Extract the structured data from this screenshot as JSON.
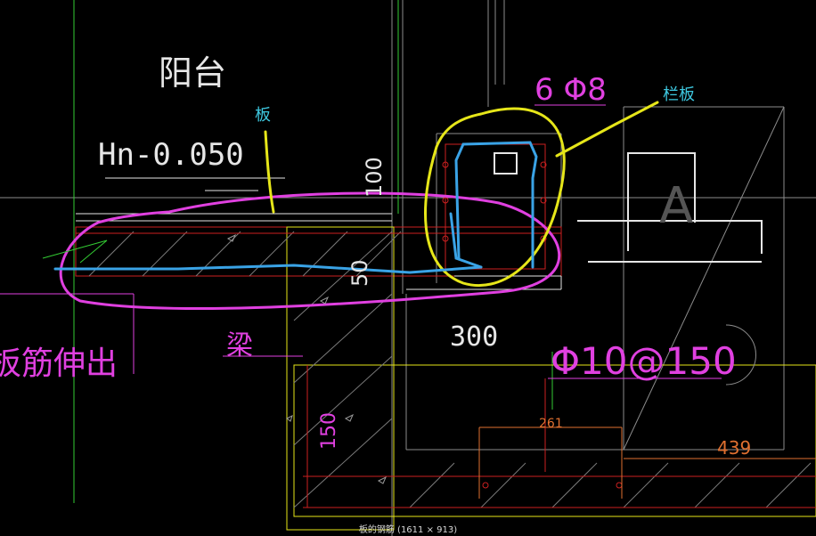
{
  "drawing": {
    "labels": {
      "balcony": "阳台",
      "elevation": "Hn-0.050",
      "slab_note": "板",
      "railing_note": "栏板",
      "dim_100": "100",
      "rebar_top": "6 Φ8",
      "grid_A": "A",
      "beam": "梁",
      "dim_50": "50",
      "dim_300": "300",
      "stirrup": "Φ10@150",
      "dim_150": "150",
      "dim_261": "261",
      "dim_439": "439",
      "rebar_extend": "板筋伸出"
    },
    "colors": {
      "background": "#000000",
      "white": "#e6e6e6",
      "green": "#33cc33",
      "yellow": "#e6e619",
      "magenta": "#e040e0",
      "cyan": "#3aa3e6",
      "red": "#cc2020",
      "gray": "#8c8c8c",
      "orange": "#e07030"
    }
  },
  "image_caption": "板的钢筋 (1611 × 913)"
}
